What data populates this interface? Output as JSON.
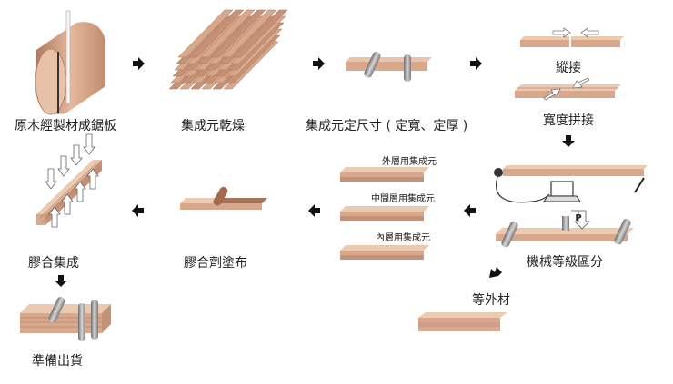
{
  "steps": {
    "log_sawing": "原木經製材成鋸板",
    "drying": "集成元乾燥",
    "sizing": "集成元定尺寸 ( 定寬、定厚 )",
    "end_joint": "縱接",
    "width_joint": "寬度拼接",
    "grading": "機械等級區分",
    "off_grade": "等外材",
    "glue": "膠合劑塗布",
    "pressing": "膠合集成",
    "shipping": "準備出貨"
  },
  "laminae": {
    "outer": "外層用集成元",
    "middle": "中間層用集成元",
    "inner": "內層用集成元"
  },
  "load_marker": "P",
  "colors": {
    "wood_light": "#e0b79c",
    "wood_mid": "#cf9a7b",
    "wood_dark": "#a9735a",
    "steel": "#8c8c8c",
    "arrow": "#111111"
  }
}
